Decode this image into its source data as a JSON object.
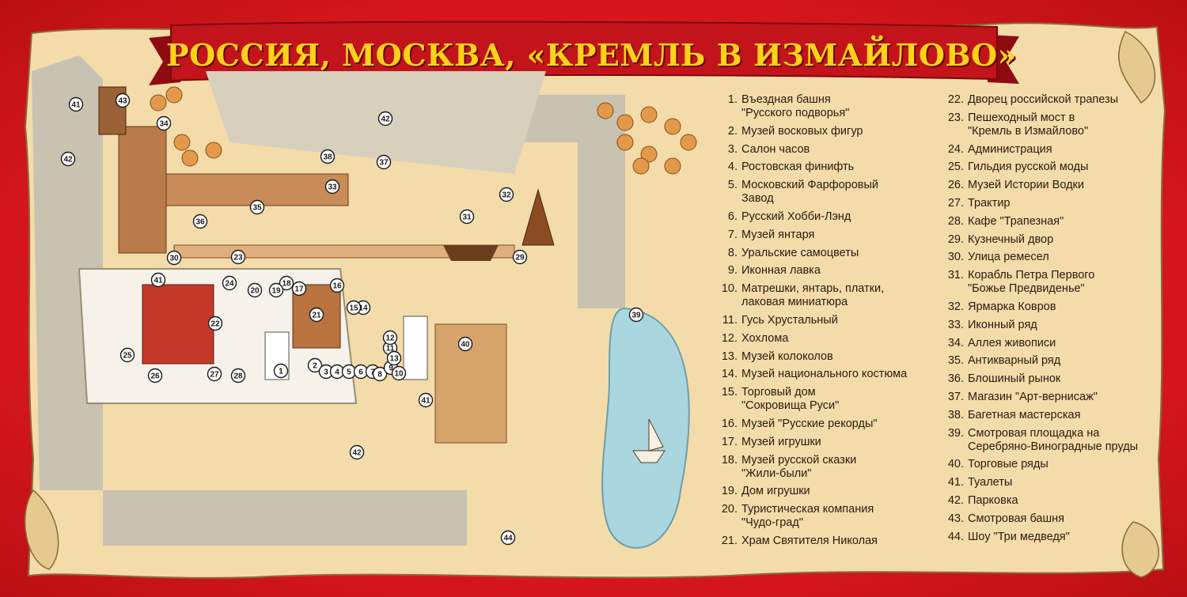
{
  "title": "РОССИЯ, МОСКВА, «КРЕМЛЬ В ИЗМАЙЛОВО»",
  "colors": {
    "frame_red": "#e01b22",
    "parchment": "#f3dcaa",
    "banner_red": "#c3141b",
    "title_yellow": "#ffd21a",
    "pond_blue": "#a9d6df"
  },
  "legend": [
    {
      "num": "1.",
      "label": "Въездная башня\n\"Русского подворья\""
    },
    {
      "num": "2.",
      "label": "Музей восковых фигур"
    },
    {
      "num": "3.",
      "label": "Салон часов"
    },
    {
      "num": "4.",
      "label": "Ростовская финифть"
    },
    {
      "num": "5.",
      "label": "Московский Фарфоровый\nЗавод"
    },
    {
      "num": "6.",
      "label": "Русский Хобби-Лэнд"
    },
    {
      "num": "7.",
      "label": "Музей янтаря"
    },
    {
      "num": "8.",
      "label": "Уральские самоцветы"
    },
    {
      "num": "9.",
      "label": "Иконная лавка"
    },
    {
      "num": "10.",
      "label": "Матрешки, янтарь, платки,\nлаковая миниатюра"
    },
    {
      "num": "11.",
      "label": "Гусь Хрустальный"
    },
    {
      "num": "12.",
      "label": "Хохлома"
    },
    {
      "num": "13.",
      "label": "Музей колоколов"
    },
    {
      "num": "14.",
      "label": "Музей национального костюма"
    },
    {
      "num": "15.",
      "label": "Торговый дом\n\"Сокровища Руси\""
    },
    {
      "num": "16.",
      "label": "Музей \"Русские рекорды\""
    },
    {
      "num": "17.",
      "label": "Музей игрушки"
    },
    {
      "num": "18.",
      "label": "Музей русской сказки\n\"Жили-были\""
    },
    {
      "num": "19.",
      "label": "Дом игрушки"
    },
    {
      "num": "20.",
      "label": "Туристическая компания\n\"Чудо-град\""
    },
    {
      "num": "21.",
      "label": "Храм Святителя Николая"
    },
    {
      "num": "22.",
      "label": "Дворец российской трапезы"
    },
    {
      "num": "23.",
      "label": "Пешеходный мост в\n\"Кремль в Измайлово\""
    },
    {
      "num": "24.",
      "label": "Администрация"
    },
    {
      "num": "25.",
      "label": "Гильдия русской моды"
    },
    {
      "num": "26.",
      "label": "Музей Истории Водки"
    },
    {
      "num": "27.",
      "label": "Трактир"
    },
    {
      "num": "28.",
      "label": "Кафе \"Трапезная\""
    },
    {
      "num": "29.",
      "label": "Кузнечный двор"
    },
    {
      "num": "30.",
      "label": "Улица ремесел"
    },
    {
      "num": "31.",
      "label": "Корабль Петра Первого\n\"Божье Предвиденье\""
    },
    {
      "num": "32.",
      "label": "Ярмарка Ковров"
    },
    {
      "num": "33.",
      "label": "Иконный ряд"
    },
    {
      "num": "34.",
      "label": "Аллея живописи"
    },
    {
      "num": "35.",
      "label": "Антикварный ряд"
    },
    {
      "num": "36.",
      "label": "Блошиный рынок"
    },
    {
      "num": "37.",
      "label": "Магазин \"Арт-вернисаж\""
    },
    {
      "num": "38.",
      "label": "Багетная мастерская"
    },
    {
      "num": "39.",
      "label": "Смотровая площадка на\nСеребряно-Виноградные пруды"
    },
    {
      "num": "40.",
      "label": "Торговые ряды"
    },
    {
      "num": "41.",
      "label": "Туалеты"
    },
    {
      "num": "42.",
      "label": "Парковка"
    },
    {
      "num": "43.",
      "label": "Смотровая башня"
    },
    {
      "num": "44.",
      "label": "Шоу \"Три медведя\""
    }
  ],
  "map_markers": [
    "1",
    "2",
    "3",
    "4",
    "5",
    "6",
    "7",
    "8",
    "9",
    "10",
    "11",
    "12",
    "13",
    "14",
    "15",
    "16",
    "17",
    "18",
    "19",
    "20",
    "21",
    "22",
    "23",
    "24",
    "25",
    "26",
    "27",
    "28",
    "29",
    "30",
    "31",
    "32",
    "33",
    "34",
    "35",
    "36",
    "37",
    "38",
    "39",
    "40",
    "41",
    "42",
    "43",
    "44"
  ]
}
